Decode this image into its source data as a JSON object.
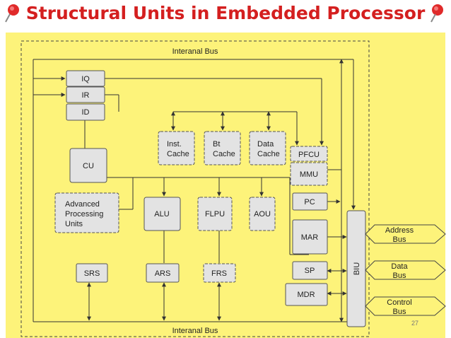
{
  "title": "Structural Units in Embedded Processor",
  "colors": {
    "title": "#d41f1f",
    "panel": "#fdf37a",
    "block": "#e3e3e3",
    "line": "#333333"
  },
  "bus_top_label": "Interanal Bus",
  "bus_bottom_label": "Interanal Bus",
  "blocks": {
    "iq": "IQ",
    "ir": "IR",
    "id": "ID",
    "cu": "CU",
    "inst_cache": [
      "Inst.",
      "Cache"
    ],
    "bt_cache": [
      "Bt",
      "Cache"
    ],
    "data_cache": [
      "Data",
      "Cache"
    ],
    "pfcu": "PFCU",
    "mmu": "MMU",
    "advanced_processing_units": [
      "Advanced",
      "Processing",
      "Units"
    ],
    "alu": "ALU",
    "flpu": "FLPU",
    "aou": "AOU",
    "pc": "PC",
    "mar": "MAR",
    "srs": "SRS",
    "ars": "ARS",
    "frs": "FRS",
    "sp": "SP",
    "mdr": "MDR",
    "biu": "BIU"
  },
  "external_buses": {
    "address": [
      "Address",
      "Bus"
    ],
    "data": [
      "Data",
      "Bus"
    ],
    "control": [
      "Control",
      "Bus"
    ]
  },
  "slide_number": "27"
}
